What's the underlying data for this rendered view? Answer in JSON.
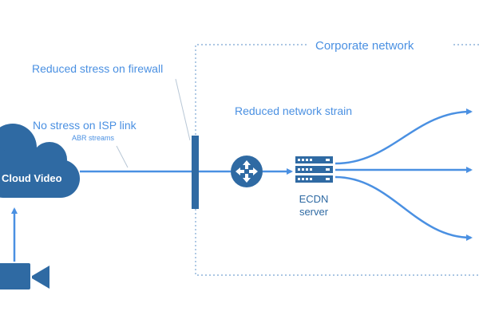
{
  "diagram": {
    "region_label": "Corporate network",
    "firewall_label": "Reduced stress on firewall",
    "isp_label": "No stress on ISP link",
    "isp_sublabel": "ABR streams",
    "network_label": "Reduced network strain",
    "cloud_label": "Cloud Video",
    "server_label_line1": "ECDN",
    "server_label_line2": "server",
    "colors": {
      "primary": "#2f6aa3",
      "accent": "#4a90e2",
      "label": "#4a90e2",
      "dotted_border": "#8fb3da",
      "leader_line": "#b8c7d6"
    },
    "icons": [
      "cloud-icon",
      "camera-icon",
      "router-icon",
      "server-icon",
      "firewall-icon"
    ]
  }
}
